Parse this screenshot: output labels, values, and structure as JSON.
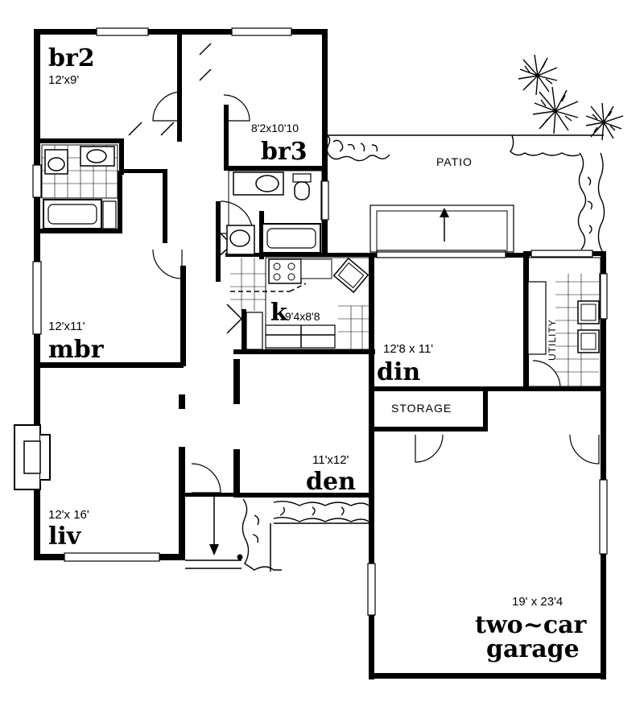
{
  "rooms": {
    "br2": {
      "name": "br2",
      "dim": "12'x9'"
    },
    "br3": {
      "name": "br3",
      "dim": "8'2x10'10"
    },
    "mbr": {
      "name": "mbr",
      "dim": "12'x11'"
    },
    "kitchen": {
      "name": "k",
      "dim": "9'4x8'8"
    },
    "din": {
      "name": "din",
      "dim": "12'8 x 11'"
    },
    "den": {
      "name": "den",
      "dim": "11'x12'"
    },
    "liv": {
      "name": "liv",
      "dim": "12'x 16'"
    },
    "garage": {
      "name_line1": "two~car",
      "name_line2": "garage",
      "dim": "19' x 23'4"
    }
  },
  "labels": {
    "patio": "PATIO",
    "storage": "STORAGE",
    "utility": "UTILITY"
  }
}
